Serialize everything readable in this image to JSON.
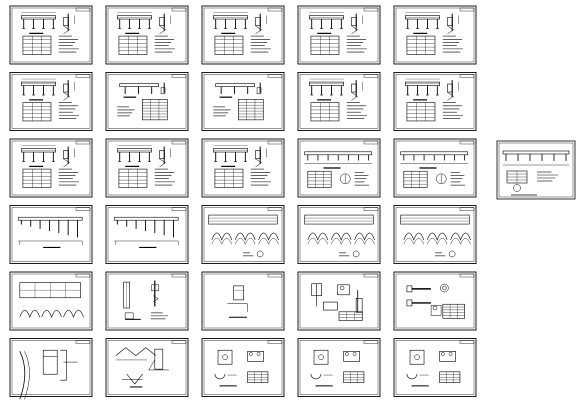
{
  "drawing": {
    "description_visible_text": [],
    "sheet_grid": {
      "rows": 6,
      "columns": 5
    },
    "extra_sheet": true,
    "line_color": "#000000",
    "background_color": "#ffffff",
    "sheet_types": [
      [
        "guardrail-elevation",
        "guardrail-elevation",
        "guardrail-elevation",
        "guardrail-elevation",
        "guardrail-elevation"
      ],
      [
        "guardrail-elevation",
        "guardrail-elevation-table",
        "guardrail-elevation-table",
        "guardrail-elevation",
        "guardrail-elevation"
      ],
      [
        "guardrail-elevation",
        "guardrail-elevation",
        "guardrail-elevation",
        "guardrail-long-span",
        "guardrail-long-span"
      ],
      [
        "long-span-posts",
        "long-span-posts",
        "w-beam-profiles",
        "w-beam-profiles",
        "w-beam-profiles"
      ],
      [
        "w-beam-panel",
        "post-details",
        "small-detail",
        "bracket-details",
        "bolt-details"
      ],
      [
        "curved-rail-detail",
        "section-details",
        "plate-details",
        "plate-details",
        "plate-details"
      ]
    ]
  }
}
